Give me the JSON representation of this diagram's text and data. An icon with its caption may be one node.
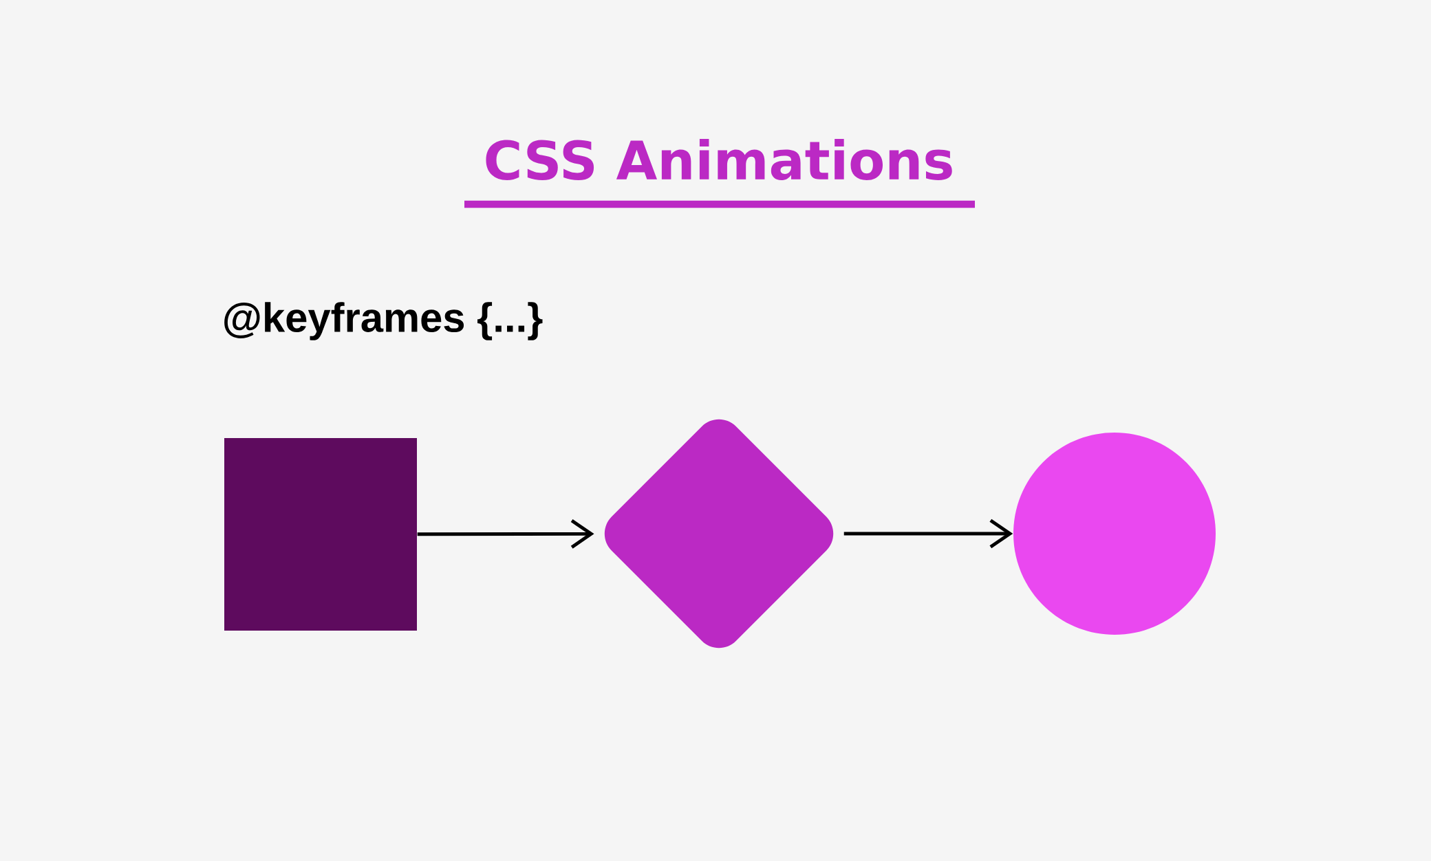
{
  "diagram": {
    "title": "CSS Animations",
    "nodes": [
      {
        "text": [],
        "shape": "box"
      },
      {
        "text": [],
        "shape": "diamond"
      },
      {
        "text": [],
        "shape": "circle"
      }
    ],
    "edges": [
      {
        "from": 0,
        "to": 1,
        "arrow": "to"
      },
      {
        "from": 1,
        "to": 2,
        "arrow": "to"
      }
    ],
    "labels": [
      "@keyframes {...}"
    ]
  }
}
